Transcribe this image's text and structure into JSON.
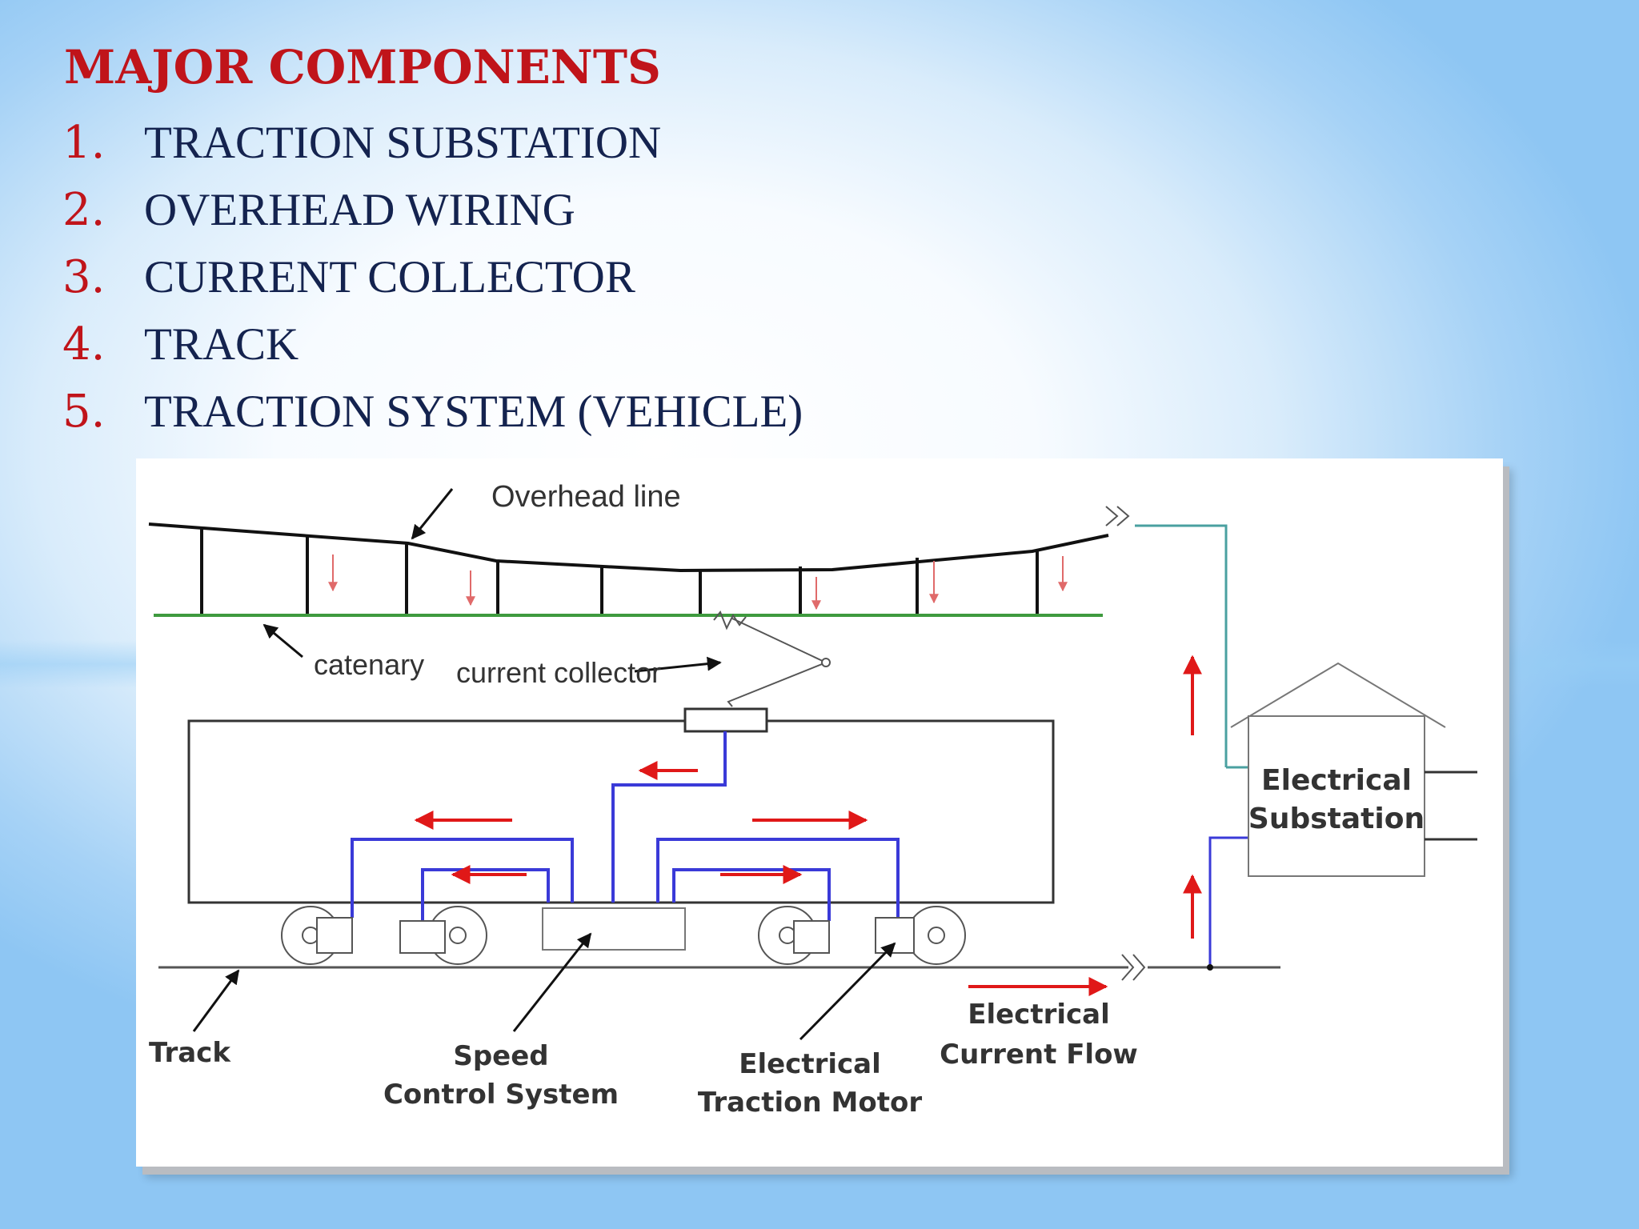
{
  "heading": "MAJOR COMPONENTS",
  "components": [
    {
      "num": "1.",
      "label": "TRACTION SUBSTATION"
    },
    {
      "num": "2.",
      "label": "OVERHEAD WIRING"
    },
    {
      "num": "3.",
      "label": "CURRENT COLLECTOR"
    },
    {
      "num": "4.",
      "label": "TRACK"
    },
    {
      "num": "5.",
      "label": "TRACTION SYSTEM (VEHICLE)"
    }
  ],
  "diagram": {
    "overhead_line": "Overhead line",
    "catenary": "catenary",
    "current_collector": "current collector",
    "substation_line1": "Electrical",
    "substation_line2": "Substation",
    "track": "Track",
    "speed_line1": "Speed",
    "speed_line2": "Control System",
    "motor_line1": "Electrical",
    "motor_line2": "Traction Motor",
    "flow_line1": "Electrical",
    "flow_line2": "Current Flow"
  },
  "colors": {
    "heading": "#c0141a",
    "item_text": "#14234f",
    "current_arrow": "#e01818",
    "circuit_wire": "#3a3ad8",
    "catenary_wire": "#3e9a3e"
  }
}
